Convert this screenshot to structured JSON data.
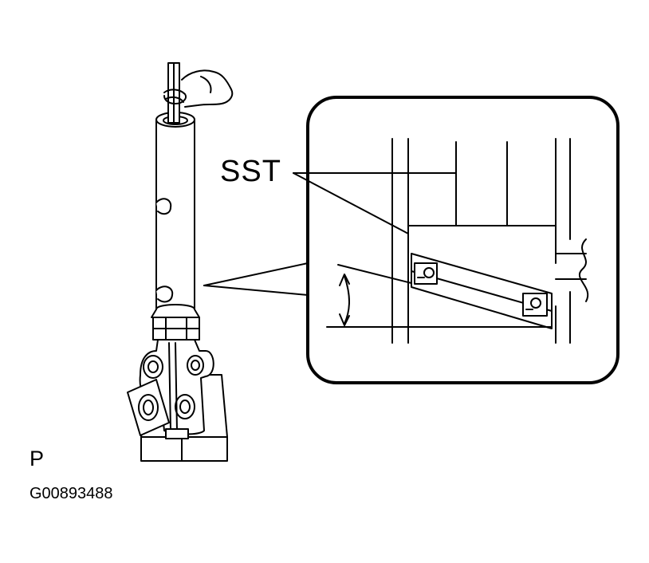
{
  "labels": {
    "sst": "SST",
    "view_letter": "P",
    "figure_code": "G00893488"
  },
  "colors": {
    "line": "#000000",
    "background": "#ffffff"
  }
}
